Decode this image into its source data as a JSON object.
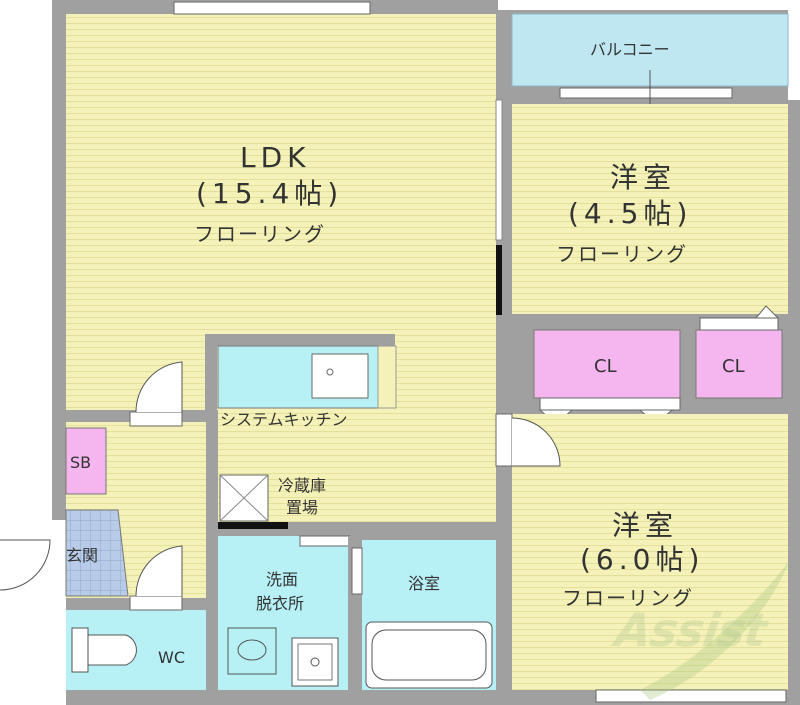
{
  "colors": {
    "floor_yellow": "#f4f2b8",
    "stripe": "#e2e09a",
    "wall": "#a0a0a0",
    "closet_pink": "#f5b6ef",
    "wet_blue": "#b7f1f6",
    "balcony_blue": "#bfe7f2",
    "text": "#333333"
  },
  "rooms": {
    "ldk": {
      "name": "LDK",
      "size": "(15.4帖)",
      "floor": "フローリング"
    },
    "western1": {
      "name": "洋室",
      "size": "(4.5帖)",
      "floor": "フローリング"
    },
    "western2": {
      "name": "洋室",
      "size": "(6.0帖)",
      "floor": "フローリング"
    },
    "balcony": "バルコニー",
    "closet1": "CL",
    "closet2": "CL",
    "kitchen": "システムキッチン",
    "fridge_line1": "冷蔵庫",
    "fridge_line2": "置場",
    "washroom_line1": "洗面",
    "washroom_line2": "脱衣所",
    "bath": "浴室",
    "shoe_box": "SB",
    "entrance": "玄関",
    "toilet": "WC"
  },
  "logo": "Assist"
}
